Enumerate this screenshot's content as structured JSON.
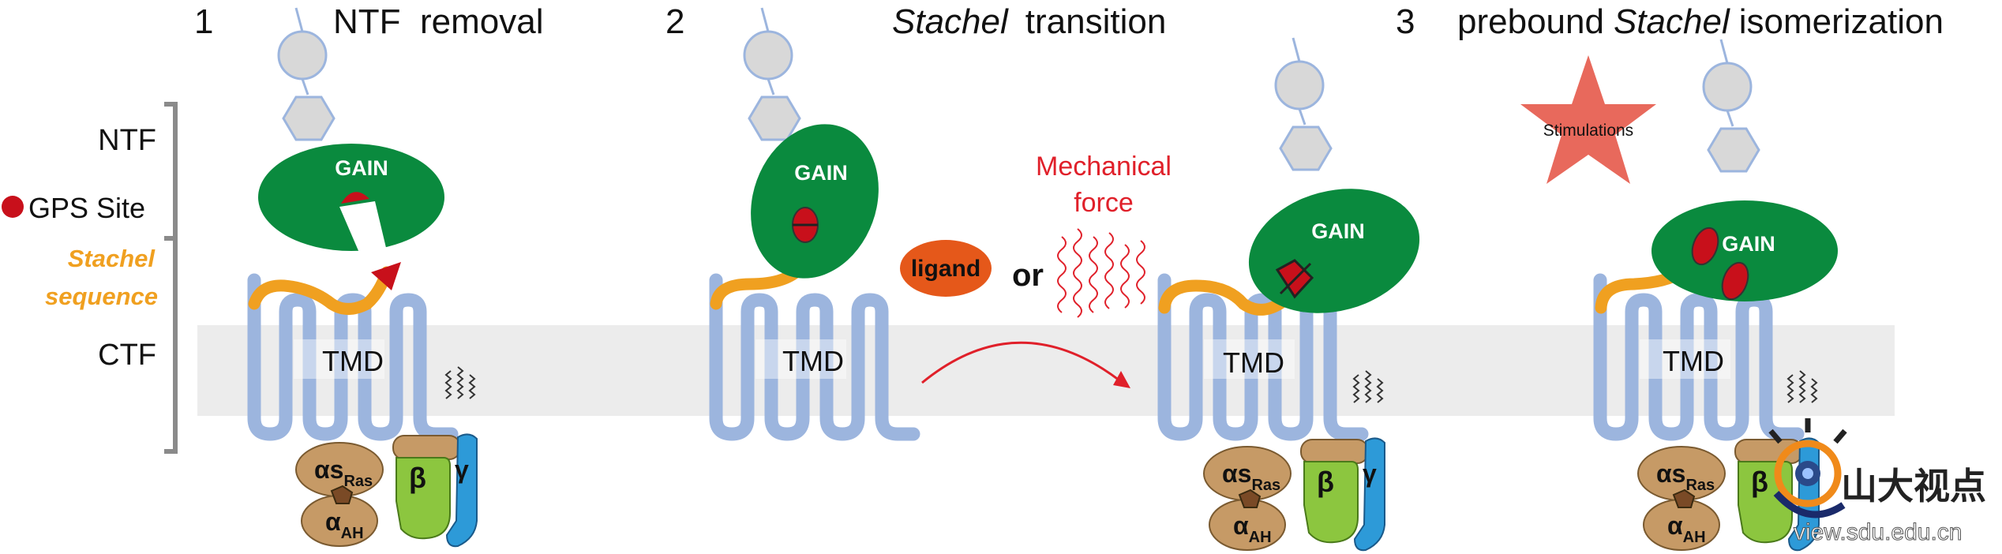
{
  "panels": [
    {
      "number": "1",
      "title": "NTF  removal"
    },
    {
      "number": "2",
      "title_italic": "Stachel",
      "title_rest": "transition"
    },
    {
      "number": "3",
      "title_pre": "prebound",
      "title_italic": "Stachel",
      "title_rest": "isomerization"
    }
  ],
  "left_labels": {
    "ntf": "NTF",
    "gps_site": "GPS Site",
    "stachel_line1": "Stachel",
    "stachel_line2": "sequence",
    "ctf": "CTF"
  },
  "gain_label": "GAIN",
  "tmd_label": "TMD",
  "ligand_label": "ligand",
  "or_label": "or",
  "mechanical_force_line1": "Mechanical",
  "mechanical_force_line2": "force",
  "stimulations_label": "Stimulations",
  "g_protein": {
    "alpha_s": "αs",
    "alpha_s_sub": "Ras",
    "alpha": "α",
    "alpha_sub": "AH",
    "beta": "β",
    "gamma": "γ"
  },
  "watermark": {
    "chinese": "山大视点",
    "url": "view.sdu.edu.cn"
  },
  "colors": {
    "gain_green": "#0a8a3e",
    "tmd_blue": "#9cb5de",
    "stachel_orange": "#f0a020",
    "gps_red": "#c8101b",
    "membrane_grey": "#ececec",
    "sugar_grey": "#d8d8d8",
    "ligand_orange": "#e5581a",
    "force_red": "#e0202a",
    "star_red": "#e8695c",
    "galpha_tan": "#c69a66",
    "gbeta_green": "#8cc63f",
    "ggamma_blue": "#2d9ad8",
    "bracket_grey": "#8a8a8a"
  }
}
